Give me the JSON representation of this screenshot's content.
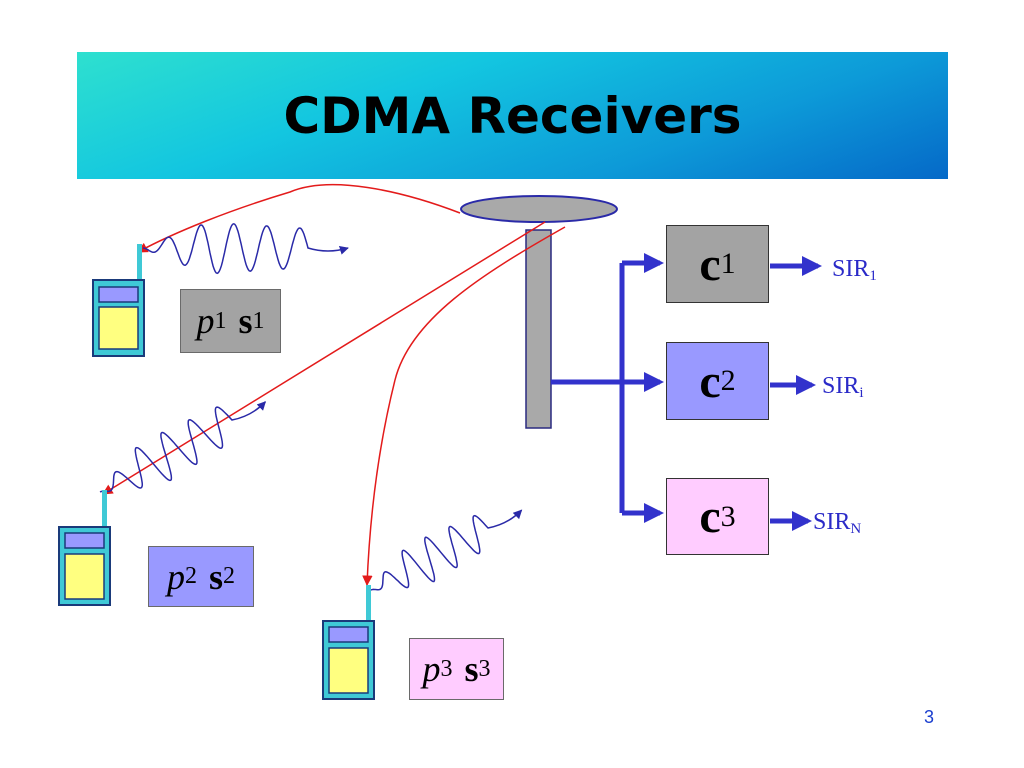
{
  "slide": {
    "title": "CDMA Receivers",
    "page_number": "3"
  },
  "users": [
    {
      "p": "p",
      "p_sub": "1",
      "s": "s",
      "s_sub": "1",
      "box_color": "#a3a3a3"
    },
    {
      "p": "p",
      "p_sub": "2",
      "s": "s",
      "s_sub": "2",
      "box_color": "#9999ff"
    },
    {
      "p": "p",
      "p_sub": "3",
      "s": "s",
      "s_sub": "3",
      "box_color": "#ffccff"
    }
  ],
  "receivers": [
    {
      "c": "c",
      "c_sub": "1",
      "box_color": "#a3a3a3",
      "sir": "SIR",
      "sir_sub": "1"
    },
    {
      "c": "c",
      "c_sub": "2",
      "box_color": "#9999ff",
      "sir": "SIR",
      "sir_sub": "i"
    },
    {
      "c": "c",
      "c_sub": "3",
      "box_color": "#ffccff",
      "sir": "SIR",
      "sir_sub": "N"
    }
  ],
  "colors": {
    "bus": "#3232cc",
    "signal_path": "#e31b1b",
    "wave": "#2a2aa8",
    "phone_body": "#3fc9d6",
    "phone_screen": "#9999ff",
    "phone_keypad": "#ffff80",
    "antenna": "#a9a9a9"
  },
  "icons": [
    "phone-icon",
    "base-station-antenna-icon"
  ]
}
